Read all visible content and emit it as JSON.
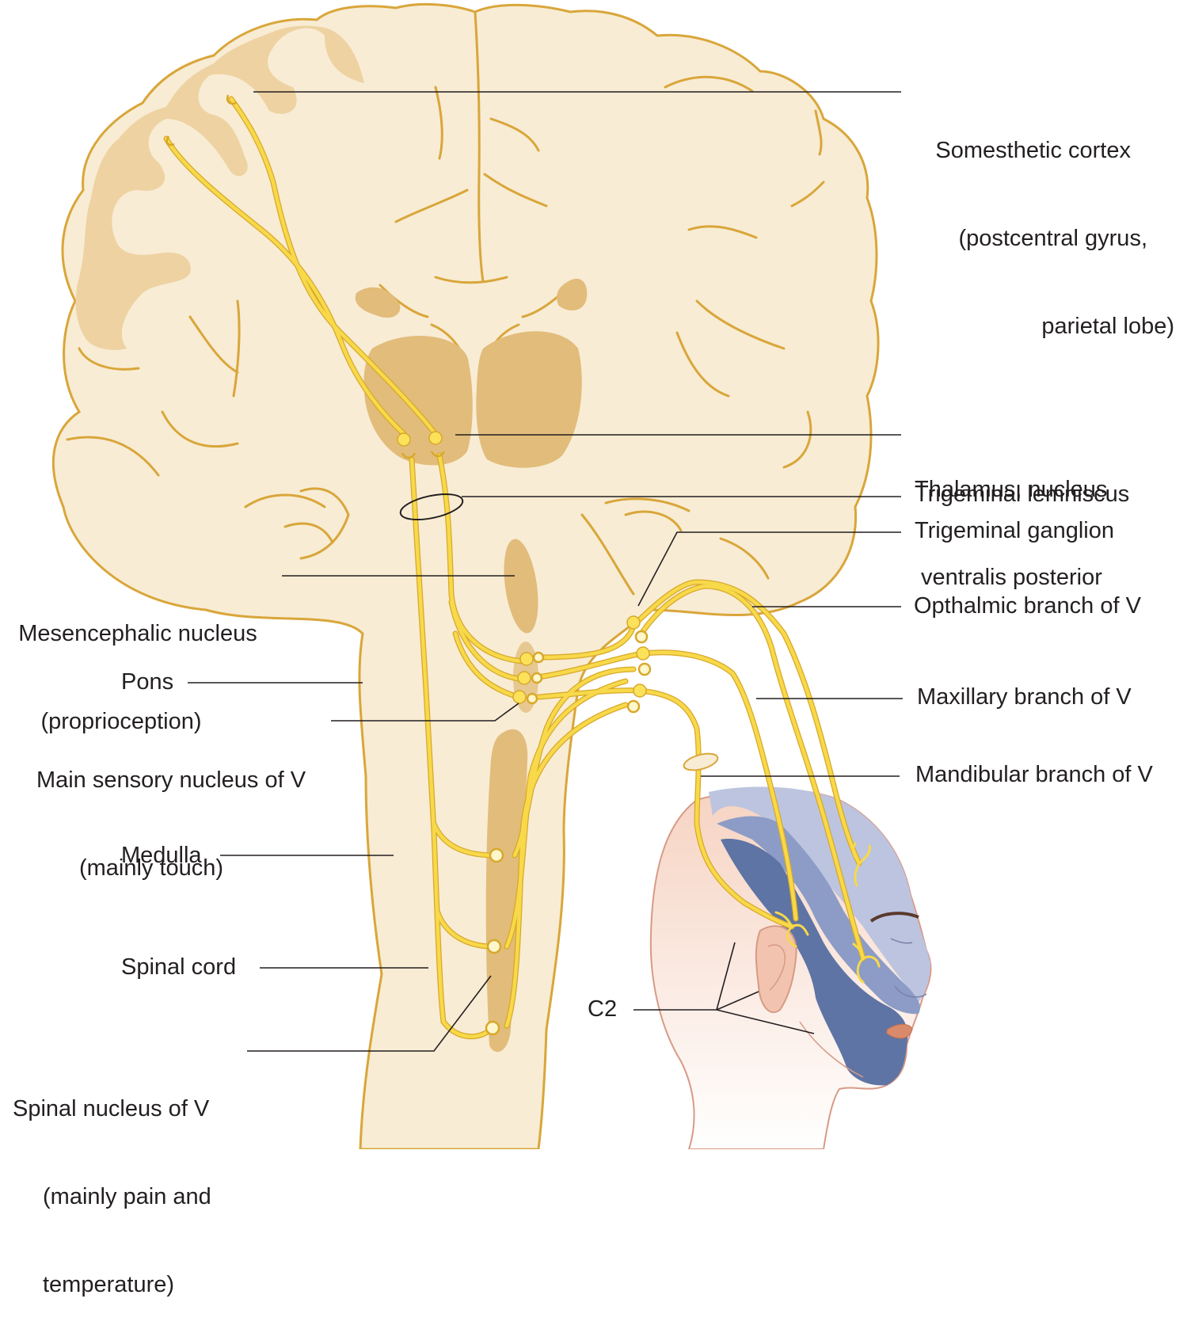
{
  "colors": {
    "brain_fill": "#f8ecd4",
    "brain_outline": "#d9a63a",
    "cortex_band": "#eed2a2",
    "nucleus_fill": "#e2bc7a",
    "nerve": "#f7d94a",
    "nerve_outline": "#d8a82a",
    "cell_body": "#fbe25a",
    "skin": "#f6d3c2",
    "skin_outline": "#d79a86",
    "ophthalmic_zone": "#bcc4e0",
    "maxillary_zone": "#8c9cc6",
    "mandibular_zone": "#5e74a4",
    "leader_line": "#231f20",
    "label_text": "#231f20"
  },
  "labels": {
    "somesthetic": [
      "Somesthetic cortex",
      "(postcentral gyrus,",
      "parietal lobe)"
    ],
    "thalamus": [
      "Thalamus, nucleus",
      "ventralis posterior"
    ],
    "lemniscus": "Trigeminal lemniscus",
    "ganglion": "Trigeminal ganglion",
    "ophthalmic": "Opthalmic branch of V",
    "maxillary": "Maxillary branch of V",
    "mandibular": "Mandibular branch of V",
    "mesencephalic": [
      "Mesencephalic nucleus",
      "(proprioception)"
    ],
    "pons": "Pons",
    "main_sensory": [
      "Main sensory nucleus of V",
      "(mainly touch)"
    ],
    "medulla": "Medulla",
    "spinal_cord": "Spinal cord",
    "spinal_nucleus": [
      "Spinal nucleus of V",
      "(mainly pain and",
      "temperature)"
    ],
    "c2": "C2"
  }
}
